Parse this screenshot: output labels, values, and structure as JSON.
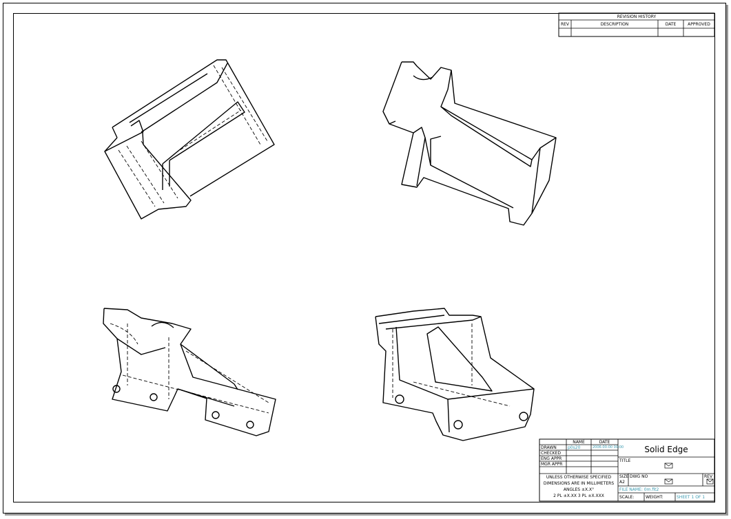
{
  "revision_history": {
    "title": "REVISION HISTORY",
    "columns": [
      "REV",
      "DESCRIPTION",
      "DATE",
      "APPROVED"
    ]
  },
  "title_block": {
    "col_name": "NAME",
    "col_date": "DATE",
    "rows": [
      {
        "label": "DRAWN",
        "name": "p0s20",
        "date": "2006-00-00 00:00"
      },
      {
        "label": "CHECKED",
        "name": "",
        "date": ""
      },
      {
        "label": "ENG APPR",
        "name": "",
        "date": ""
      },
      {
        "label": "MGR APPR",
        "name": "",
        "date": ""
      }
    ],
    "notes": [
      "UNLESS OTHERWISE SPECIFIED",
      "DIMENSIONS ARE IN MILLIMETERS",
      "ANGLES ±X.X°",
      "2 PL ±X.XX 3 PL ±X.XXX"
    ],
    "company": "Solid Edge",
    "title_label": "TITLE",
    "size_label": "SIZE",
    "size_value": "A2",
    "dwg_label": "DWG NO",
    "rev_label": "REV",
    "file_name": "FILE NAME: 0m.fit2",
    "scale_label": "SCALE:",
    "weight_label": "WEIGHT:",
    "sheet": "SHEET 1 OF 1"
  }
}
